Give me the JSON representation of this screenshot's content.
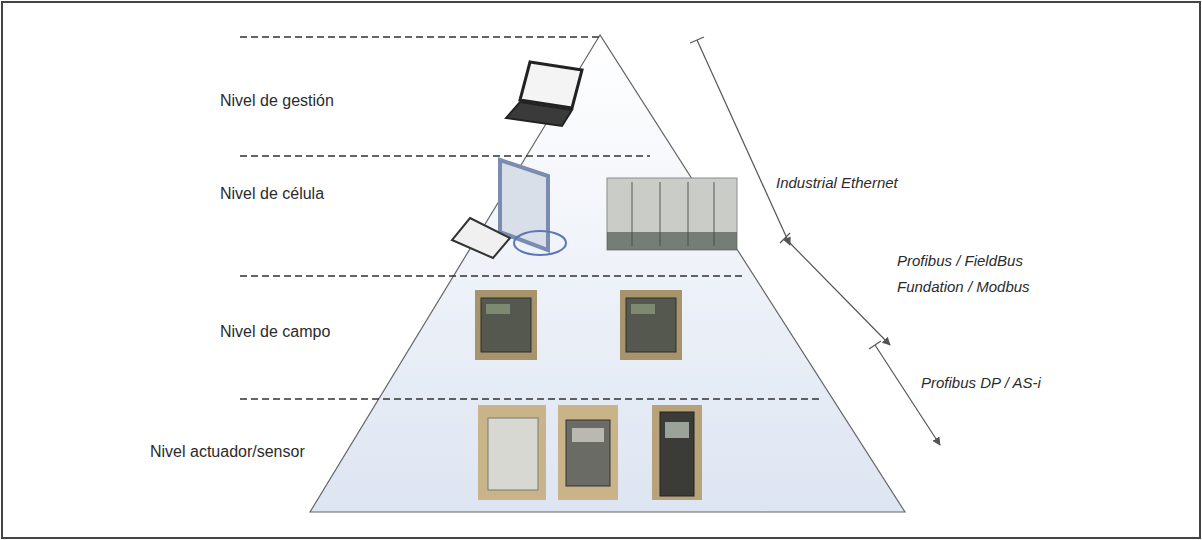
{
  "diagram": {
    "labels": [
      "Nivel de gestión",
      "Nivel de célula",
      "Nivel de campo",
      "Nivel actuador/sensor",
      "Industrial Ethernet",
      "Profibus / FieldBus Fundation / Modbus",
      "Profibus DP / AS-i"
    ]
  }
}
